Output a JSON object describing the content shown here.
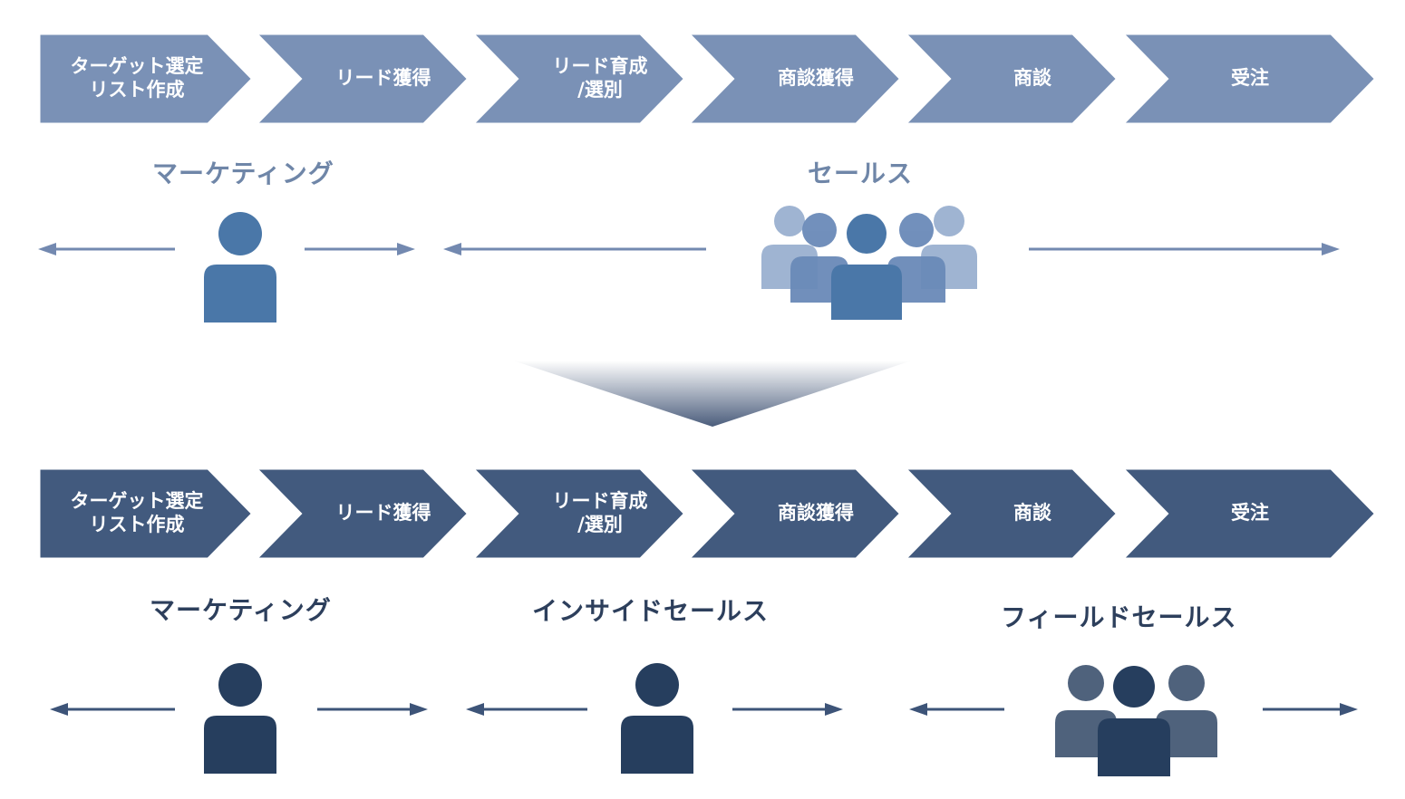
{
  "colors": {
    "top_chevron": "#7a91b6",
    "top_arrow": "#7389b0",
    "top_person": "#4a77a8",
    "top_person_mid": "#6a8ab8",
    "top_person_back": "#9fb4d2",
    "bottom_chevron": "#425a7e",
    "bottom_arrow": "#3d5478",
    "bottom_person": "#263e5e",
    "bottom_person_back": "#4f627c",
    "funnel_top": "#ffffff",
    "funnel_bottom": "#4b5d7c"
  },
  "top_flow": {
    "steps": [
      "ターゲット選定\nリスト作成",
      "リード獲得",
      "リード育成\n/選別",
      "商談獲得",
      "商談",
      "受注"
    ]
  },
  "top_roles": {
    "marketing": "マーケティング",
    "sales": "セールス"
  },
  "bottom_flow": {
    "steps": [
      "ターゲット選定\nリスト作成",
      "リード獲得",
      "リード育成\n/選別",
      "商談獲得",
      "商談",
      "受注"
    ]
  },
  "bottom_roles": {
    "marketing": "マーケティング",
    "inside_sales": "インサイドセールス",
    "field_sales": "フィールドセールス"
  },
  "icons": {
    "top_marketing": "person-icon",
    "top_sales": "group-icon",
    "bottom_marketing": "person-icon",
    "bottom_inside_sales": "person-icon",
    "bottom_field_sales": "group-icon"
  }
}
